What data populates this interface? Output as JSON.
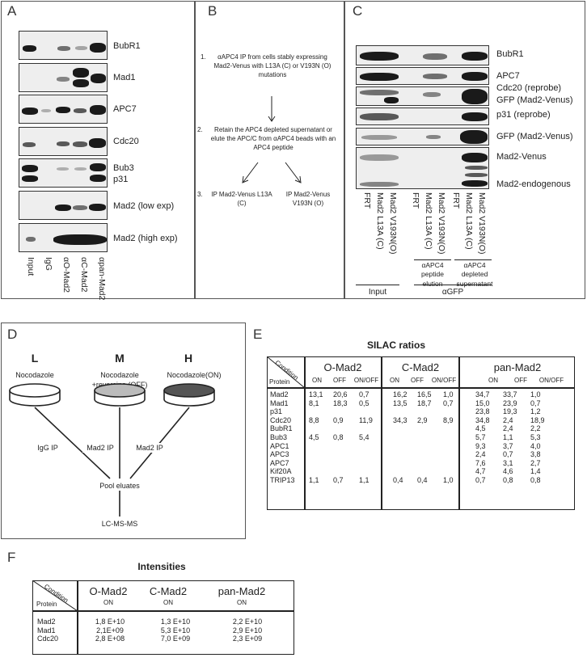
{
  "panel_labels": {
    "a": "A",
    "b": "B",
    "c": "C",
    "d": "D",
    "e": "E",
    "f": "F"
  },
  "panel_a": {
    "blot_labels": [
      "BubR1",
      "Mad1",
      "APC7",
      "Cdc20",
      "Bub3",
      "p31",
      "Mad2 (low exp)",
      "Mad2 (high exp)"
    ],
    "lane_labels": [
      "Input",
      "IgG",
      "αO-Mad2",
      "αC-Mad2",
      "αpan-Mad2"
    ]
  },
  "panel_b": {
    "step1_num": "1.",
    "step1_text": "αAPC4 IP from cells stably expressing Mad2-Venus with L13A (C) or V193N (O) mutations",
    "step2_num": "2.",
    "step2_text": "Retain the APC4 depleted supernatant or elute the APC/C from αAPC4 beads with an APC4 peptide",
    "step3_num": "3.",
    "step3_left": "IP Mad2-Venus L13A (C)",
    "step3_right": "IP Mad2-Venus V193N (O)"
  },
  "panel_c": {
    "blot_labels": [
      "BubR1",
      "APC7",
      "Cdc20 (reprobe)",
      "GFP (Mad2-Venus)",
      "p31 (reprobe)",
      "GFP (Mad2-Venus)",
      "Mad2-Venus",
      "Mad2-endogenous"
    ],
    "lane_labels": [
      "FRT",
      "Mad2 L13A (C)",
      "Mad2 V193N(O)",
      "FRT",
      "Mad2 L13A (C)",
      "Mad2 V193N(O)",
      "FRT",
      "Mad2 L13A (C)",
      "Mad2 V193N(O)"
    ],
    "group_elution": "αAPC4 peptide elution",
    "group_depleted": "αAPC4 depleted supernatant",
    "group_input": "Input",
    "group_gfp": "αGFP"
  },
  "panel_d": {
    "conditions": [
      {
        "letter": "L",
        "label": "Nocodazole"
      },
      {
        "letter": "M",
        "label": "Nocodazole +reversine (OFF)"
      },
      {
        "letter": "H",
        "label": "Nocodazole(ON)"
      }
    ],
    "ip_labels": [
      "IgG IP",
      "Mad2 IP",
      "Mad2 IP"
    ],
    "pool": "Pool eluates",
    "ms": "LC-MS-MS"
  },
  "panel_e": {
    "title": "SILAC ratios",
    "corner_condition": "Condition",
    "corner_protein": "Protein",
    "groups": [
      "O-Mad2",
      "C-Mad2",
      "pan-Mad2"
    ],
    "subheaders": [
      "ON",
      "OFF",
      "ON/OFF",
      "ON",
      "OFF",
      "ON/OFF",
      "ON",
      "OFF",
      "ON/OFF"
    ],
    "rows": [
      {
        "protein": "Mad2",
        "values": [
          "13,1",
          "20,6",
          "0,7",
          "16,2",
          "16,5",
          "1,0",
          "34,7",
          "33,7",
          "1,0"
        ]
      },
      {
        "protein": "Mad1",
        "values": [
          "8,1",
          "18,3",
          "0,5",
          "13,5",
          "18,7",
          "0,7",
          "15,0",
          "23,9",
          "0,7"
        ]
      },
      {
        "protein": "p31",
        "values": [
          "",
          "",
          "",
          "",
          "",
          "",
          "23,8",
          "19,3",
          "1,2"
        ]
      },
      {
        "protein": "Cdc20",
        "values": [
          "8,8",
          "0,9",
          "11,9",
          "34,3",
          "2,9",
          "8,9",
          "34,8",
          "2,4",
          "18,9"
        ]
      },
      {
        "protein": "BubR1",
        "values": [
          "",
          "",
          "",
          "",
          "",
          "",
          "4,5",
          "2,4",
          "2,2"
        ]
      },
      {
        "protein": "Bub3",
        "values": [
          "4,5",
          "0,8",
          "5,4",
          "",
          "",
          "",
          "5,7",
          "1,1",
          "5,3"
        ]
      },
      {
        "protein": "APC1",
        "values": [
          "",
          "",
          "",
          "",
          "",
          "",
          "9,3",
          "3,7",
          "4,0"
        ]
      },
      {
        "protein": "APC3",
        "values": [
          "",
          "",
          "",
          "",
          "",
          "",
          "2,4",
          "0,7",
          "3,8"
        ]
      },
      {
        "protein": "APC7",
        "values": [
          "",
          "",
          "",
          "",
          "",
          "",
          "7,6",
          "3,1",
          "2,7"
        ]
      },
      {
        "protein": "Kif20A",
        "values": [
          "",
          "",
          "",
          "",
          "",
          "",
          "4,7",
          "4,6",
          "1,4"
        ]
      },
      {
        "protein": "TRIP13",
        "values": [
          "1,1",
          "0,7",
          "1,1",
          "0,4",
          "0,4",
          "1,0",
          "0,7",
          "0,8",
          "0,8"
        ]
      }
    ]
  },
  "panel_f": {
    "title": "Intensities",
    "corner_condition": "Condition",
    "corner_protein": "Protein",
    "groups": [
      "O-Mad2",
      "C-Mad2",
      "pan-Mad2"
    ],
    "subheaders": [
      "ON",
      "ON",
      "ON"
    ],
    "rows": [
      {
        "protein": "Mad2",
        "values": [
          "1,8 E+10",
          "1,3 E+10",
          "2,2 E+10"
        ]
      },
      {
        "protein": "Mad1",
        "values": [
          "2,1E+09",
          "5,3 E+10",
          "2,9 E+10"
        ]
      },
      {
        "protein": "Cdc20",
        "values": [
          "2,8 E+08",
          "7,0 E+09",
          "2,3 E+09"
        ]
      }
    ]
  }
}
